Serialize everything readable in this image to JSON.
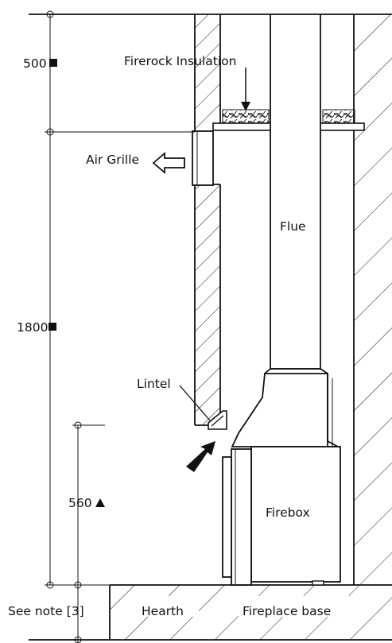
{
  "diagram": {
    "labels": {
      "insulation": "Firerock Insulation",
      "air_grille": "Air Grille",
      "flue": "Flue",
      "lintel": "Lintel",
      "firebox": "Firebox",
      "hearth": "Hearth",
      "fireplace_base": "Fireplace base",
      "see_note": "See note [3]"
    },
    "dimensions": {
      "top": "500",
      "middle": "1800",
      "lower": "560"
    },
    "colors": {
      "line": "#111111",
      "background": "#ffffff"
    }
  }
}
